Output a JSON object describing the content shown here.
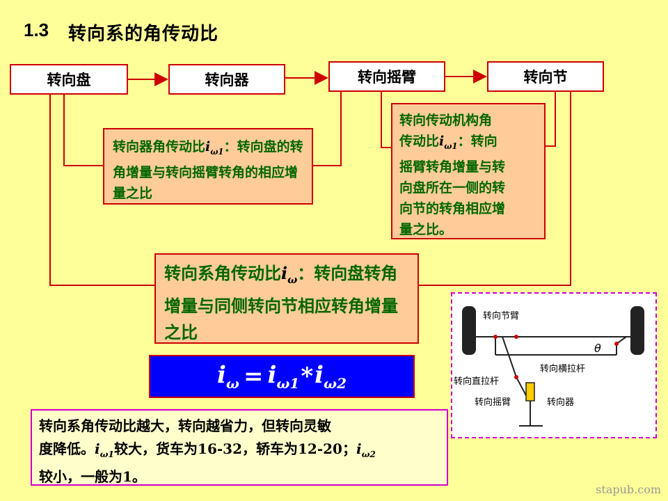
{
  "title": {
    "number": "1.3",
    "text": "转向系的角传动比"
  },
  "flow": {
    "steering_wheel": "转向盘",
    "steering_gear": "转向器",
    "pitman_arm": "转向摇臂",
    "knuckle": "转向节"
  },
  "ratio1": {
    "prefix": "转向器角传动比",
    "symbol": "i",
    "sub": "ω1",
    "colon": "：",
    "desc": "转向盘的转角增量与转向摇臂转角的相应增量之比"
  },
  "ratio2": {
    "line1": "转向传动机构角",
    "prefix": "传动比",
    "symbol": "i",
    "sub": "ω1",
    "colon": "：",
    "line2_tail": "转向",
    "line3": "摇臂转角增量与转",
    "line4": "向盘所在一侧的转",
    "line5": "向节的转角相应增",
    "line6": "量之比。"
  },
  "ratio_total": {
    "prefix": "转向系角传动比",
    "symbol": "i",
    "sub": "ω",
    "colon": "：",
    "desc": "转向盘转角增量与同侧转向节相应转角增量之比"
  },
  "formula": {
    "lhs": "i",
    "lhs_sub": "ω",
    "eq": "=",
    "a": "i",
    "a_sub": "ω1",
    "op": "*",
    "b": "i",
    "b_sub": "ω2"
  },
  "note": {
    "line1": "转向系角传动比越大，转向越省力，但转向灵敏",
    "line2_a": "度降低。",
    "sym1": "i",
    "sym1_sub": "ω1",
    "line2_b": "较大，货车为",
    "truck": "16-32",
    "line2_c": "，轿车为",
    "car": "12-20",
    "line2_d": "；",
    "sym2": "i",
    "sym2_sub": "ω2",
    "line3_a": "较小，一般为",
    "one": "1",
    "line3_b": "。"
  },
  "mechanism": {
    "knuckle_arm": "转向节臂",
    "tie_rod": "转向横拉杆",
    "drag_link": "转向直拉杆",
    "pitman_arm": "转向摇臂",
    "gear": "转向器",
    "theta": "θ"
  },
  "watermark": "stapub.com",
  "colors": {
    "background": "#FFFF99",
    "border_red": "#CC0000",
    "green_text": "#006600",
    "formula_bg": "#0000FF"
  }
}
